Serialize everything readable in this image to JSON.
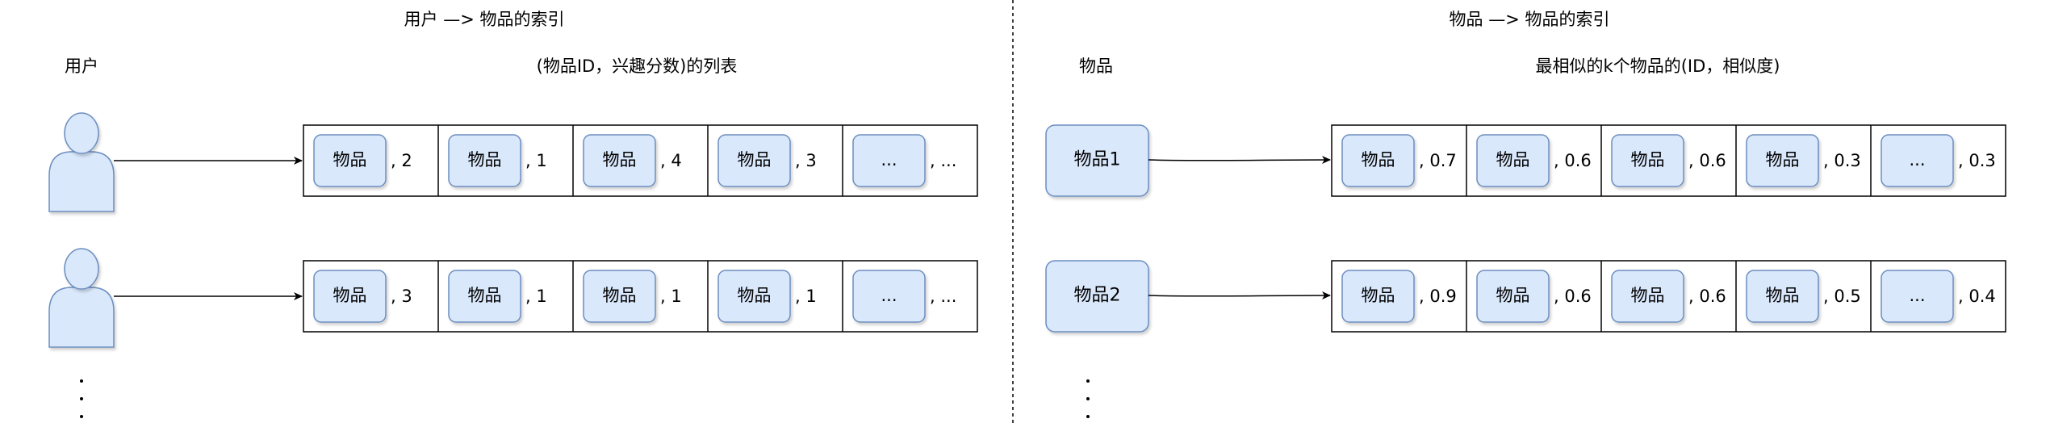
{
  "left_panel": {
    "title": "用户 —> 物品的索引",
    "col_header_left": "用户",
    "col_header_right": "(物品ID，兴趣分数)的列表",
    "rows": [
      {
        "cells": [
          {
            "item": "物品",
            "score": ", 2"
          },
          {
            "item": "物品",
            "score": ", 1"
          },
          {
            "item": "物品",
            "score": ", 4"
          },
          {
            "item": "物品",
            "score": ", 3"
          },
          {
            "item": "...",
            "score": ", ..."
          }
        ]
      },
      {
        "cells": [
          {
            "item": "物品",
            "score": ", 3"
          },
          {
            "item": "物品",
            "score": ", 1"
          },
          {
            "item": "物品",
            "score": ", 1"
          },
          {
            "item": "物品",
            "score": ", 1"
          },
          {
            "item": "...",
            "score": ", ..."
          }
        ]
      }
    ]
  },
  "right_panel": {
    "title": "物品 —> 物品的索引",
    "col_header_left": "物品",
    "col_header_right": "最相似的k个物品的(ID，相似度)",
    "rows": [
      {
        "source": "物品1",
        "cells": [
          {
            "item": "物品",
            "score": ", 0.7"
          },
          {
            "item": "物品",
            "score": ", 0.6"
          },
          {
            "item": "物品",
            "score": ", 0.6"
          },
          {
            "item": "物品",
            "score": ", 0.3"
          },
          {
            "item": "...",
            "score": ", 0.3"
          }
        ]
      },
      {
        "source": "物品2",
        "cells": [
          {
            "item": "物品",
            "score": ", 0.9"
          },
          {
            "item": "物品",
            "score": ", 0.6"
          },
          {
            "item": "物品",
            "score": ", 0.6"
          },
          {
            "item": "物品",
            "score": ", 0.5"
          },
          {
            "item": "...",
            "score": ", 0.4"
          }
        ]
      }
    ]
  },
  "colors": {
    "box_fill": "#dae8fc",
    "box_stroke": "#6c8ebf",
    "line": "#000000"
  }
}
